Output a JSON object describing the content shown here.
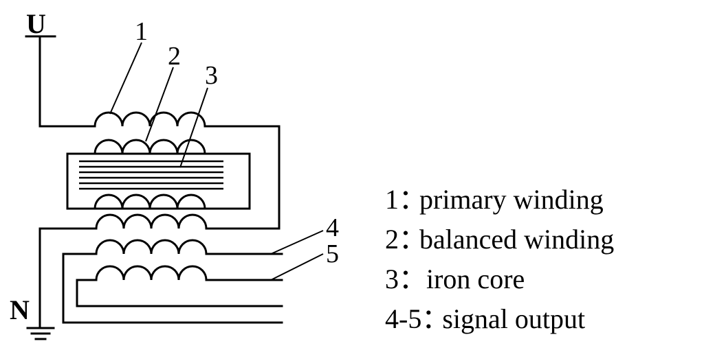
{
  "terminals": {
    "top": "U",
    "bottom": "N"
  },
  "callouts": [
    "1",
    "2",
    "3",
    "4",
    "5"
  ],
  "legend": [
    {
      "key": "1",
      "sep": "：",
      "text": "primary winding"
    },
    {
      "key": "2",
      "sep": "：",
      "text": "balanced winding"
    },
    {
      "key": "3",
      "sep": "：",
      "text": " iron core"
    },
    {
      "key": "4-5",
      "sep": "：",
      "text": "signal output"
    }
  ]
}
